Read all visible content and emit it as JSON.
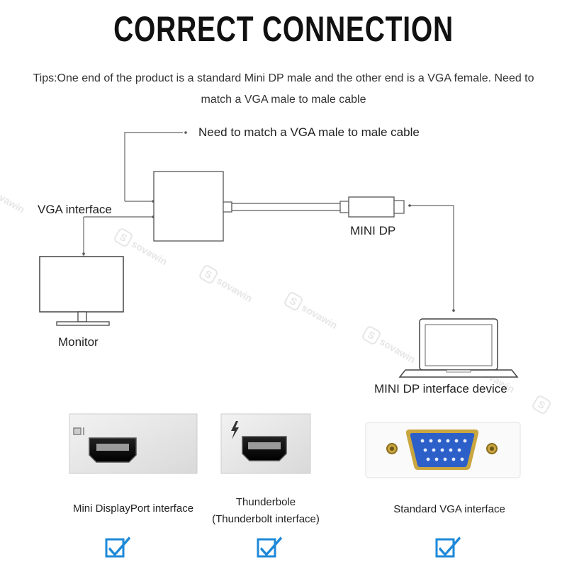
{
  "title": "CORRECT CONNECTION",
  "tips": "Tips:One end of the product is a standard Mini DP male  and the other end is a VGA female. Need to match a VGA male to male cable",
  "diagram": {
    "cable_note": "Need to match a VGA male to male cable",
    "vga_label": "VGA interface",
    "minidp_label": "MINI DP",
    "monitor_label": "Monitor",
    "device_label": "MINI DP interface device"
  },
  "watermark": {
    "text": "sovawin",
    "icon": "S"
  },
  "ports": [
    {
      "caption": "Mini DisplayPort interface",
      "icon": "displayport-logo-icon",
      "checked": true
    },
    {
      "caption_line1": "Thunderbole",
      "caption_line2": "(Thunderbolt interface)",
      "icon": "thunderbolt-icon",
      "checked": true
    },
    {
      "caption": "Standard VGA interface",
      "icon": "vga-port-icon",
      "checked": true
    }
  ],
  "colors": {
    "check": "#1e88d8",
    "vga_port": "#2d5fc8",
    "vga_gold": "#c9a640",
    "line": "#666666"
  }
}
